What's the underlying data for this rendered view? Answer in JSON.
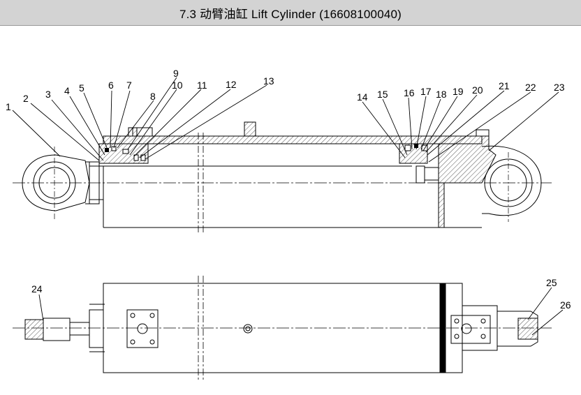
{
  "header": {
    "title": "7.3 动臂油缸  Lift Cylinder (16608100040)"
  },
  "callouts": [
    "1",
    "2",
    "3",
    "4",
    "5",
    "6",
    "7",
    "8",
    "9",
    "10",
    "11",
    "12",
    "13",
    "14",
    "15",
    "16",
    "17",
    "18",
    "19",
    "20",
    "21",
    "22",
    "23",
    "24",
    "25",
    "26"
  ],
  "colors": {
    "header_bg": "#d3d3d3",
    "line": "#000000",
    "hatch": "#555555"
  }
}
